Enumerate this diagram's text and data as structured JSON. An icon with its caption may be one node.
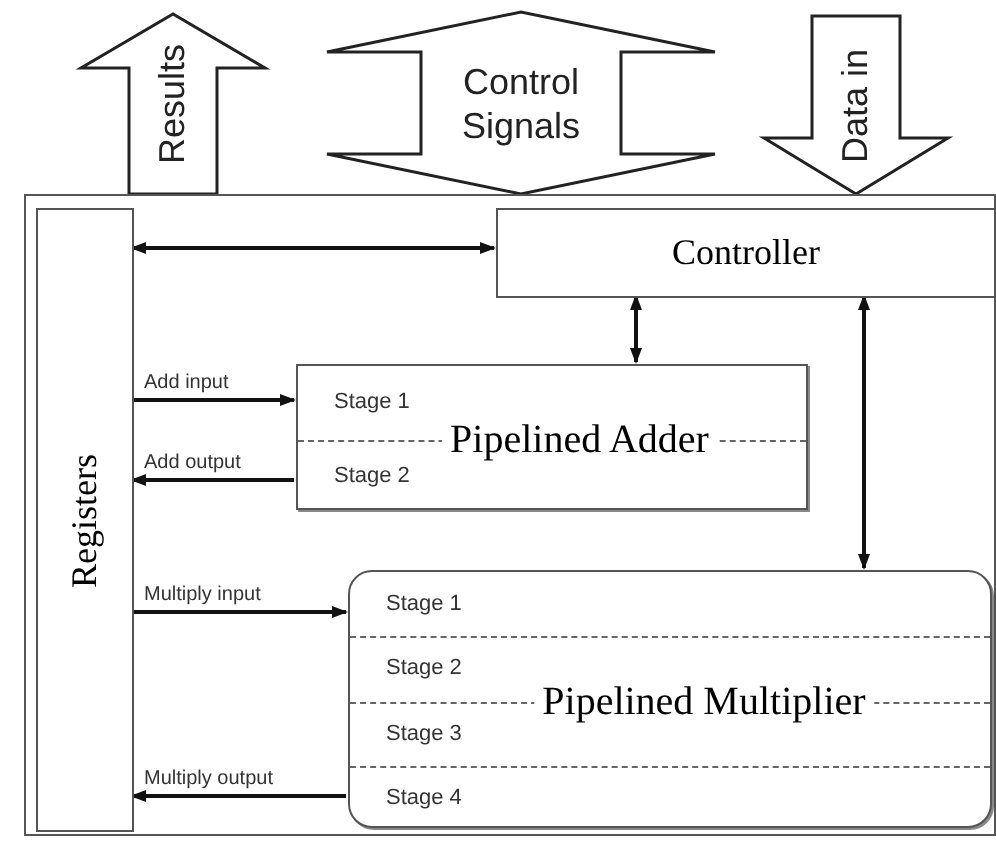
{
  "diagram": {
    "nodes": [
      {
        "text": [],
        "shape": "box"
      },
      {
        "text": [
          "Registers"
        ],
        "in": 0
      },
      {
        "text": [
          "Controller"
        ],
        "in": 0
      },
      {
        "text": [
          "Stage 1",
          "Pipelined Adder",
          "Stage 2"
        ],
        "in": 0
      },
      {
        "text": [
          "Stage 1",
          "Stage 2",
          "Pipelined Multiplier",
          "Stage 3",
          "Stage 4"
        ],
        "in": 0
      }
    ],
    "edges": [
      {
        "from": 1,
        "to": 2,
        "arrow": "both"
      },
      {
        "from": 2,
        "to": 3,
        "arrow": "both"
      },
      {
        "from": 2,
        "to": 4,
        "arrow": "both"
      },
      {
        "from": 1,
        "to": 3,
        "arrow": "to",
        "label": "Add input"
      },
      {
        "from": 3,
        "to": 1,
        "arrow": "to",
        "label": "Add output"
      },
      {
        "from": 1,
        "to": 4,
        "arrow": "to",
        "label": "Multiply input"
      },
      {
        "from": 4,
        "to": 1,
        "arrow": "to",
        "label": "Multiply output"
      },
      {
        "from": 0,
        "to": null,
        "arrow": "to",
        "label": "Results",
        "style": "thick"
      },
      {
        "from": 0,
        "to": null,
        "arrow": "both",
        "label": "Control Signals",
        "style": "thick"
      },
      {
        "from": null,
        "to": 0,
        "arrow": "to",
        "label": "Data in",
        "style": "thick"
      }
    ]
  }
}
